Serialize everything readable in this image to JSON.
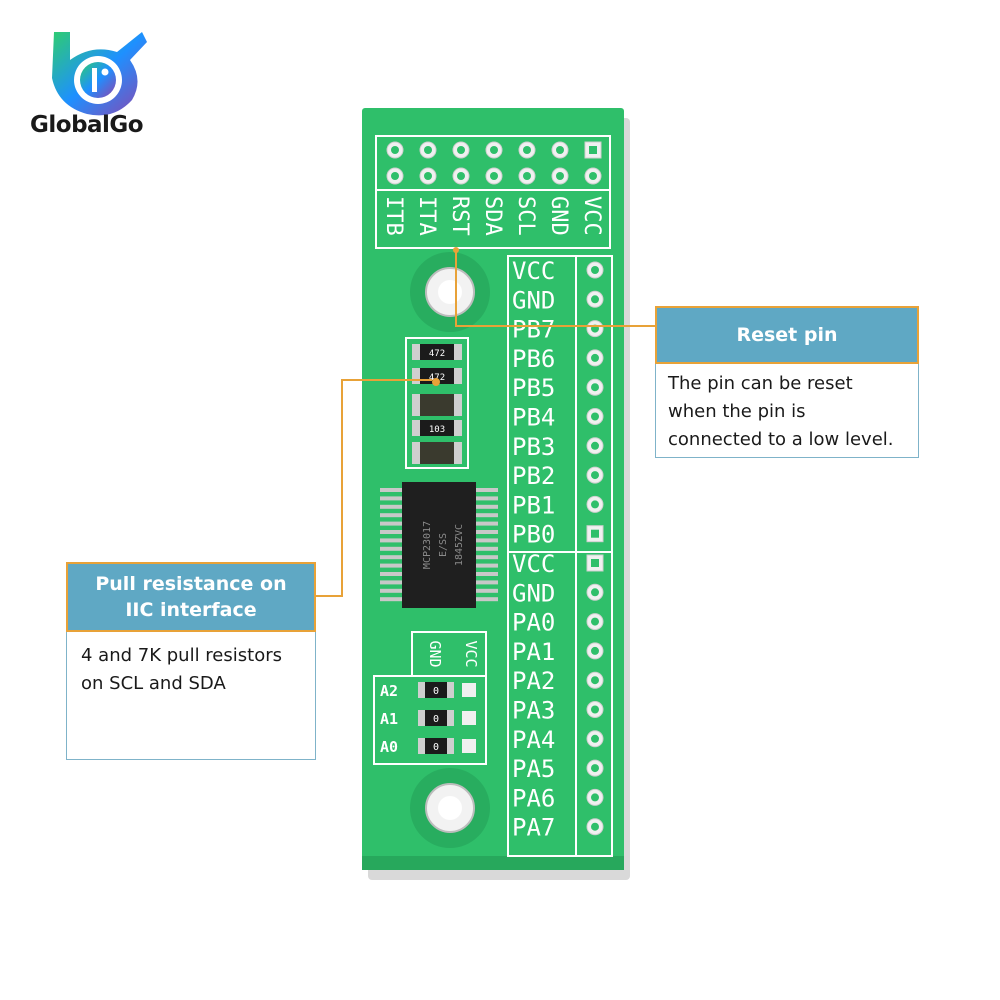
{
  "brand": {
    "name": "GlobalGo"
  },
  "board": {
    "top_header_labels": [
      "ITB",
      "ITA",
      "RST",
      "SDA",
      "SCL",
      "GND",
      "VCC"
    ],
    "right_pins_b": [
      "VCC",
      "GND",
      "PB7",
      "PB6",
      "PB5",
      "PB4",
      "PB3",
      "PB2",
      "PB1",
      "PB0"
    ],
    "right_pins_a": [
      "VCC",
      "GND",
      "PA0",
      "PA1",
      "PA2",
      "PA3",
      "PA4",
      "PA5",
      "PA6",
      "PA7"
    ],
    "address_labels": [
      "A2",
      "A1",
      "A0"
    ],
    "address_header_labels": [
      "GND",
      "VCC"
    ],
    "resistor_codes": [
      "472",
      "472",
      "103"
    ],
    "jumper_value": "0",
    "chip_text": [
      "MCP23017",
      "E/SS",
      "1845ZVC"
    ],
    "colors": {
      "pcb": "#2fbf6a",
      "silkscreen": "#ffffff",
      "callout_header": "#5fa8c4",
      "callout_border": "#e8a238"
    }
  },
  "callouts": {
    "reset": {
      "title": "Reset pin",
      "body": [
        "The pin can be reset",
        "when the pin is",
        "connected to a low level."
      ]
    },
    "pull": {
      "title": [
        "Pull resistance on",
        "IIC interface"
      ],
      "body": [
        "4 and 7K pull resistors",
        "on SCL and SDA"
      ]
    }
  }
}
